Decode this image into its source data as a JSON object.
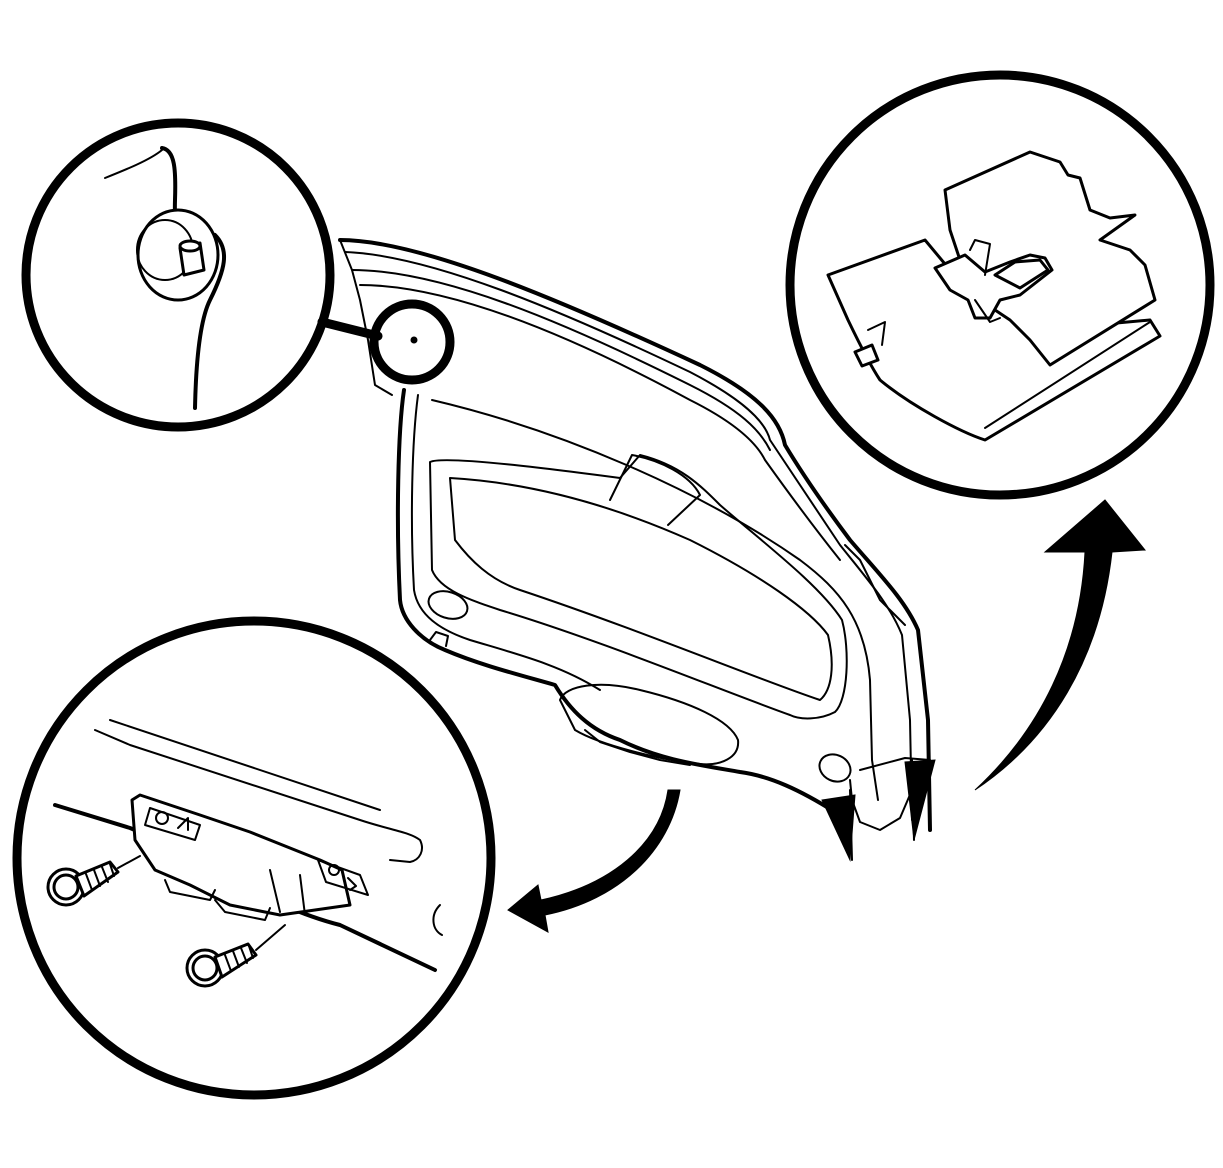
{
  "figure": {
    "subject": "liftgate-trim-panel-removal",
    "callouts": [
      "upper-fastener-detail",
      "retainer-clip-detail",
      "lower-screw-detail"
    ],
    "line_color": "#000000",
    "background": "#ffffff"
  }
}
